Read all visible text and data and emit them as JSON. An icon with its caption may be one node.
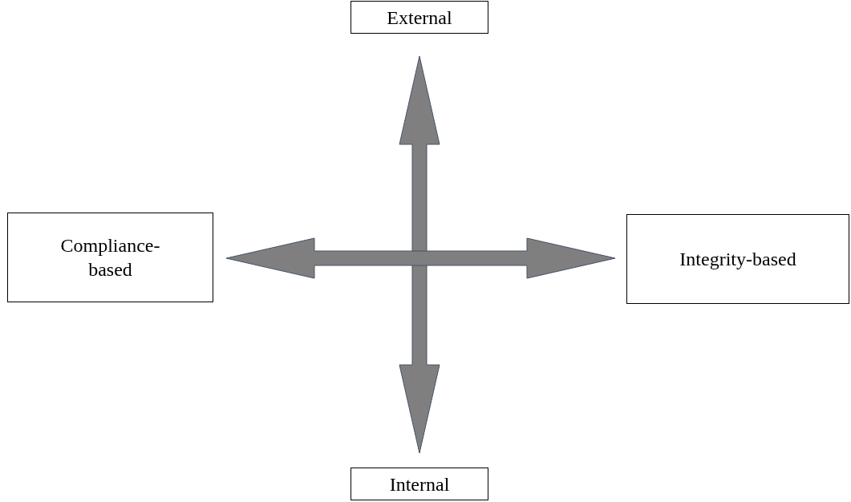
{
  "diagram": {
    "nodes": [
      {
        "text": [
          "External"
        ]
      },
      {
        "text": [
          "Compliance-based"
        ]
      },
      {
        "text": [
          "Integrity-based"
        ]
      },
      {
        "text": [
          "Internal"
        ]
      }
    ],
    "edges": [
      {
        "from": 0,
        "to": 3,
        "arrow": "both",
        "style": "thick"
      },
      {
        "from": 1,
        "to": 2,
        "arrow": "both",
        "style": "thick"
      }
    ]
  }
}
